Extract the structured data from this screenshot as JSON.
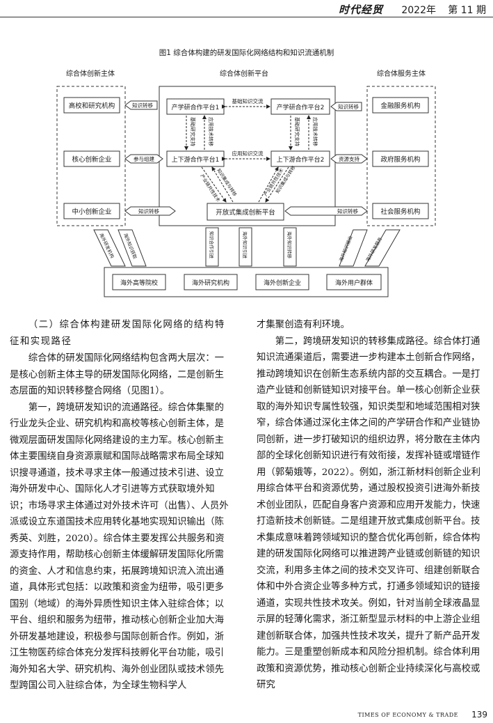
{
  "header": {
    "journal": "时代经贸",
    "year": "2022年",
    "issue": "第 11 期"
  },
  "figure": {
    "caption": "图1  综合体构建的研发国际化网络结构和知识流通机制",
    "group_left": "综合体创新主体",
    "group_center": "综合体创新平台",
    "group_right": "综合体服务主体",
    "left_boxes": [
      "高校和研究机构",
      "核心创新企业",
      "中小创新企业"
    ],
    "left_links": [
      "知识转移",
      "参与组建",
      "知识转移"
    ],
    "platform1": "产学研合作平台1",
    "platform2": "产学研合作平台2",
    "chain1": "上下游合作平台1",
    "chain2": "上下游合作平台2",
    "open_platform": "开放式集成创新平台",
    "base_exchange": "基础知识交流",
    "app_exchange": "应用知识交流",
    "vertical_labels": [
      "基础研究支持",
      "应用技术转移",
      "基础研究支持",
      "应用技术转移"
    ],
    "diag_labels": [
      "产业链共性技术",
      "知识集成与转移",
      "产业链共性技术",
      "知识集成与转移"
    ],
    "right_links": [
      "知识转移",
      "资源支持",
      "知识转移"
    ],
    "right_boxes": [
      "金融服务机构",
      "政府服务机构",
      "社会服务机构"
    ],
    "bottom_links": [
      "海外研发机构",
      "海外知识获取",
      "知识合作引进",
      "海外知识引进",
      "海外知识转移",
      "海外知识输出",
      "海外研发服务"
    ],
    "bottom_boxes": [
      "海外高等院校",
      "海外研究机构",
      "海外创新企业",
      "海外用户群体"
    ]
  },
  "left_column": {
    "heading": "（二）综合体构建研发国际化网络的结构特征和实现路径",
    "paragraphs": [
      "综合体的研发国际化网络结构包含两大层次：一是核心创新主体主导的研发国际化网络，二是创新生态层面的知识转移整合网络（见图1）。",
      "第一，跨境研发知识的流通路径。综合体集聚的行业龙头企业、研究机构和高校等核心创新主体，是微观层面研发国际化网络建设的主力军。核心创新主体主要围绕自身资源禀赋和国际战略需求布局全球知识搜寻通道，技术寻求主体一般通过技术引进、设立海外研发中心、国际化人才引进等方式获取境外知识；市场寻求主体通过对外技术许可（出售）、人员外派或设立东道国技术应用转化基地实现知识输出（陈秀英、刘胜，2020）。综合体主要发挥公共服务和资源支持作用，帮助核心创新主体缓解研发国际化所需的资金、人才和信息约束，拓展跨境知识流入流出通道，具体形式包括：以政策和资金为纽带，吸引更多国别（地域）的海外异质性知识主体入驻综合体；以平台、组织和服务为纽带，推动核心创新企业加大海外研发基地建设，积极参与国际创新合作。例如，浙江生物医药综合体充分发挥科技孵化平台功能，吸引海外知名大学、研究机构、海外创业团队或技术领先型跨国公司入驻综合体，为全球生物科学人"
    ]
  },
  "right_column": {
    "paragraphs": [
      "才集聚创造有利环境。",
      "第二，跨境研发知识的转移集成路径。综合体打通知识流通渠道后，需要进一步构建本土创新合作网络，推动跨境知识在创新生态系统内部的交互耦合。一是打造产业链和创新链知识对接平台。单一核心创新企业获取的海外知识专属性较强，知识类型和地域范围相对狭窄，综合体通过深化主体之间的产学研合作和产业链协同创新，进一步打破知识的组织边界，将分散在主体内部的全球化创新知识进行有效衔接，发挥补链或增链作用（郭菊娥等，2022）。例如，浙江新材料创新企业利用综合体平台和资源优势，通过股权投资引进海外新技术创业团队，匹配自身客户资源和应用开发能力，快速打造新技术创新链。二是组建开放式集成创新平台。技术集成意味着跨领域知识的整合优化再创新，综合体构建的研发国际化网络可以推进跨产业链或创新链的知识交流，利用多主体之间的技术交叉许可、组建创新联合体和中外合资企业等多种方式，打通多领域知识的链接通道，实现共性技术攻关。例如，针对当前全球液晶显示屏的轻薄化需求，浙江新型显示材料的中上游企业组建创新联合体，加强共性技术攻关，提升了新产品开发能力。三是重塑创新成本和风险分担机制。综合体利用政策和资源优势，推动核心创新企业持续深化与高校或研究"
    ]
  },
  "footer": {
    "journal": "TIMES OF ECONOMY & TRADE",
    "page": "139"
  }
}
